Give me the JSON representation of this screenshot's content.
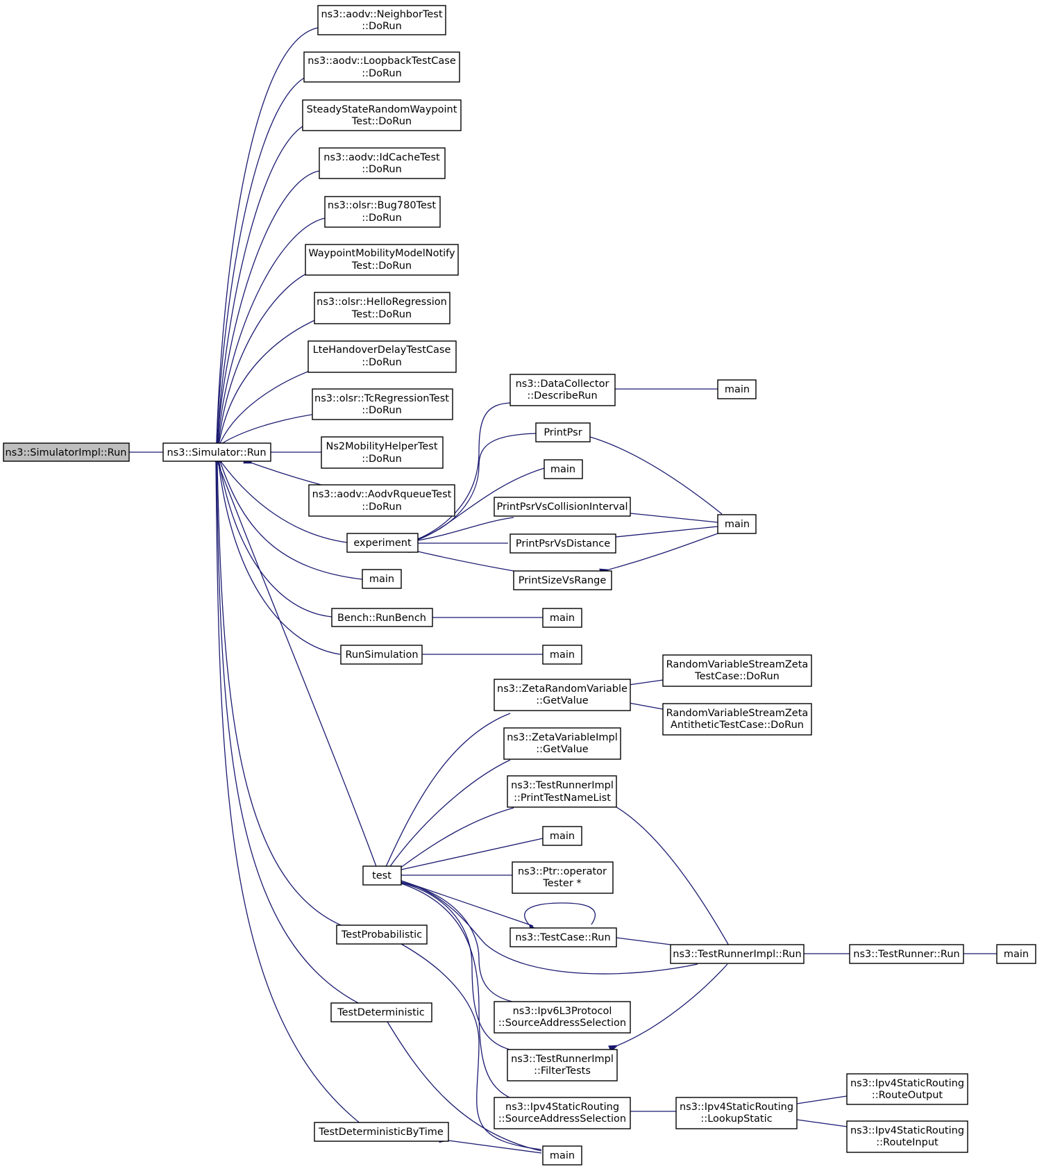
{
  "colors": {
    "edge": "#191970",
    "root_fill": "#bfbfbf",
    "node_fill": "#ffffff",
    "node_border": "#000000"
  },
  "nodes": {
    "n_simimpl_run": [
      "ns3::SimulatorImpl::Run"
    ],
    "n_sim_run": [
      "ns3::Simulator::Run"
    ],
    "n_aodv_neighbor": [
      "ns3::aodv::NeighborTest",
      "::DoRun"
    ],
    "n_aodv_loopback": [
      "ns3::aodv::LoopbackTestCase",
      "::DoRun"
    ],
    "n_steadystate": [
      "SteadyStateRandomWaypoint",
      "Test::DoRun"
    ],
    "n_aodv_idcache": [
      "ns3::aodv::IdCacheTest",
      "::DoRun"
    ],
    "n_olsr_bug780": [
      "ns3::olsr::Bug780Test",
      "::DoRun"
    ],
    "n_waypoint_notify": [
      "WaypointMobilityModelNotify",
      "Test::DoRun"
    ],
    "n_olsr_hello": [
      "ns3::olsr::HelloRegression",
      "Test::DoRun"
    ],
    "n_lte_handover": [
      "LteHandoverDelayTestCase",
      "::DoRun"
    ],
    "n_olsr_tc": [
      "ns3::olsr::TcRegressionTest",
      "::DoRun"
    ],
    "n_ns2mobility": [
      "Ns2MobilityHelperTest",
      "::DoRun"
    ],
    "n_aodv_rqueue": [
      "ns3::aodv::AodvRqueueTest",
      "::DoRun"
    ],
    "n_experiment": [
      "experiment"
    ],
    "n_main_a": [
      "main"
    ],
    "n_bench": [
      "Bench::RunBench"
    ],
    "n_runsim": [
      "RunSimulation"
    ],
    "n_test": [
      "test"
    ],
    "n_testprob": [
      "TestProbabilistic"
    ],
    "n_testdet": [
      "TestDeterministic"
    ],
    "n_testdettime": [
      "TestDeterministicByTime"
    ],
    "n_datacollector": [
      "ns3::DataCollector",
      "::DescribeRun"
    ],
    "n_printpsr": [
      "PrintPsr"
    ],
    "n_main_b": [
      "main"
    ],
    "n_printpsr_coll": [
      "PrintPsrVsCollisionInterval"
    ],
    "n_printpsr_dist": [
      "PrintPsrVsDistance"
    ],
    "n_printsize": [
      "PrintSizeVsRange"
    ],
    "n_main_c": [
      "main"
    ],
    "n_main_d": [
      "main"
    ],
    "n_main_dc": [
      "main"
    ],
    "n_main_psr": [
      "main"
    ],
    "n_zetarv": [
      "ns3::ZetaRandomVariable",
      "::GetValue"
    ],
    "n_zetaimpl": [
      "ns3::ZetaVariableImpl",
      "::GetValue"
    ],
    "n_printtestnames": [
      "ns3::TestRunnerImpl",
      "::PrintTestNameList"
    ],
    "n_main_e": [
      "main"
    ],
    "n_ptr_op": [
      "ns3::Ptr::operator",
      "Tester *"
    ],
    "n_testcase_run": [
      "ns3::TestCase::Run"
    ],
    "n_ipv6_srcaddr": [
      "ns3::Ipv6L3Protocol",
      "::SourceAddressSelection"
    ],
    "n_filtertests": [
      "ns3::TestRunnerImpl",
      "::FilterTests"
    ],
    "n_ipv4_srcaddr": [
      "ns3::Ipv4StaticRouting",
      "::SourceAddressSelection"
    ],
    "n_main_f": [
      "main"
    ],
    "n_rvs_zeta": [
      "RandomVariableStreamZeta",
      "TestCase::DoRun"
    ],
    "n_rvs_zeta_anti": [
      "RandomVariableStreamZeta",
      "AntitheticTestCase::DoRun"
    ],
    "n_testrunnerimpl_run": [
      "ns3::TestRunnerImpl::Run"
    ],
    "n_testrunner_run": [
      "ns3::TestRunner::Run"
    ],
    "n_main_g": [
      "main"
    ],
    "n_lookupstatic": [
      "ns3::Ipv4StaticRouting",
      "::LookupStatic"
    ],
    "n_routeoutput": [
      "ns3::Ipv4StaticRouting",
      "::RouteOutput"
    ],
    "n_routeinput": [
      "ns3::Ipv4StaticRouting",
      "::RouteInput"
    ]
  }
}
